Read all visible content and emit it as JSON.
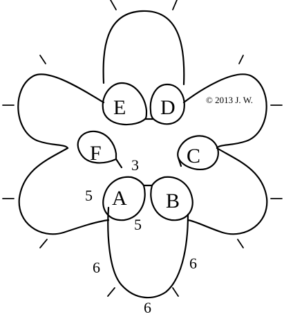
{
  "rings": [
    {
      "id": "A",
      "label": "A"
    },
    {
      "id": "B",
      "label": "B"
    },
    {
      "id": "C",
      "label": "C"
    },
    {
      "id": "D",
      "label": "D"
    },
    {
      "id": "E",
      "label": "E"
    },
    {
      "id": "F",
      "label": "F"
    }
  ],
  "stitch_counts": {
    "center_ring": "3",
    "ring_a_left": "5",
    "ring_a_bottom": "5",
    "chain_left": "6",
    "chain_bottom": "6",
    "chain_right": "6"
  },
  "copyright": "© 2013 J. W.",
  "colors": {
    "line": "#000000",
    "background": "#ffffff"
  }
}
